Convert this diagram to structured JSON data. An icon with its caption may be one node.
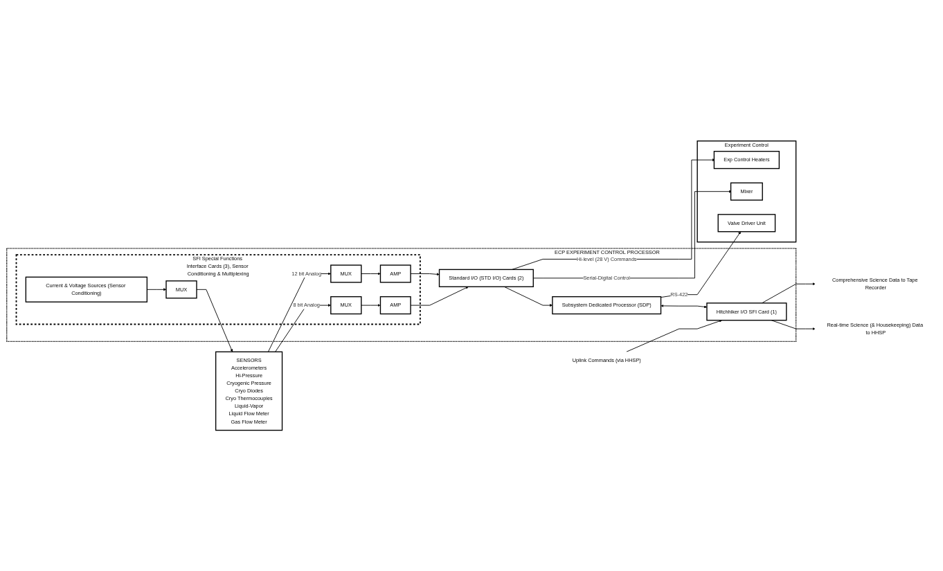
{
  "diagram": {
    "nodes": [
      {
        "text": [
          "SENSORS",
          "Accelerometers",
          "Hi-Pressure",
          "Cryogenic Pressure",
          "Cryo Diodes",
          "Cryo Thermocouples",
          "Liquid-Vapor",
          "Liquid Flow Meter",
          "Gas Flow Meter"
        ]
      },
      {
        "text": [
          "ECP EXPERIMENT CONTROL PROCESSOR"
        ]
      },
      {
        "text": [
          "SFI Special Functions Interface Cards (3), Sensor Conditioning & Multiplexing"
        ],
        "in": 1
      },
      {
        "text": [
          "MUX"
        ],
        "in": 2
      },
      {
        "text": [
          "AMP"
        ],
        "in": 2
      },
      {
        "text": [
          "MUX"
        ],
        "in": 2
      },
      {
        "text": [
          "AMP"
        ],
        "in": 2
      },
      {
        "text": [
          "Current & Voltage Sources (Sensor Conditioning)"
        ],
        "in": 2
      },
      {
        "text": [
          "MUX"
        ],
        "in": 2
      },
      {
        "text": [
          "Standard I/O (STD I/O) Cards (2)"
        ],
        "in": 1
      },
      {
        "text": [
          "Subsystem Dedicated Processor (SDP)"
        ],
        "in": 1
      },
      {
        "text": [
          "Hitchhiker I/O SFI Card (1)"
        ],
        "in": 1
      },
      {
        "text": [
          "Experiment Control"
        ]
      },
      {
        "text": [
          "Exp Control Heaters"
        ],
        "in": 12
      },
      {
        "text": [
          "Mixer"
        ],
        "in": 12
      },
      {
        "text": [
          "Valve Driver Unit"
        ],
        "in": 12
      },
      {
        "text": [
          "Uplink Commands (via HHSP)"
        ]
      },
      {
        "text": [
          "Comprehensive Science Data to Tape Recorder"
        ]
      },
      {
        "text": [
          "Real-time Science (& Housekeeping) Data to HHSP"
        ]
      }
    ],
    "edges": [
      {
        "from": 0,
        "to": 3,
        "arrow": "to",
        "label": "12 bit Analog"
      },
      {
        "from": 3,
        "to": 4,
        "arrow": "to"
      },
      {
        "from": 4,
        "to": 9,
        "arrow": "to"
      },
      {
        "from": 0,
        "to": 5,
        "arrow": "to",
        "label": "8 bit Analog"
      },
      {
        "from": 5,
        "to": 6,
        "arrow": "to"
      },
      {
        "from": 6,
        "to": 9,
        "arrow": "to"
      },
      {
        "from": 7,
        "to": 8,
        "arrow": "to"
      },
      {
        "from": 8,
        "to": 0,
        "arrow": "to"
      },
      {
        "from": 9,
        "to": 10,
        "arrow": "to"
      },
      {
        "from": 9,
        "to": 13,
        "arrow": "to",
        "label": "Hi-level (28 V) Commands"
      },
      {
        "from": 9,
        "to": 14,
        "arrow": "to",
        "label": "Serial-Digital Control"
      },
      {
        "from": 10,
        "to": 15,
        "arrow": "to",
        "label": "RS-422"
      },
      {
        "from": 10,
        "to": 11,
        "arrow": "both"
      },
      {
        "from": 16,
        "to": 11,
        "arrow": "to"
      },
      {
        "from": 11,
        "to": 17,
        "arrow": "to"
      },
      {
        "from": 11,
        "to": 18,
        "arrow": "to"
      }
    ]
  }
}
